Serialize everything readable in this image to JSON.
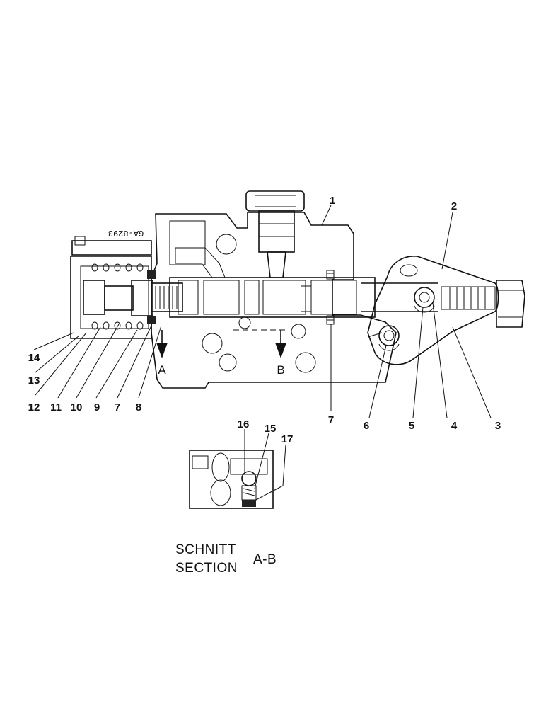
{
  "drawing_code": "GA-8293",
  "callouts": {
    "c1": "1",
    "c2": "2",
    "c3": "3",
    "c4": "4",
    "c5": "5",
    "c6": "6",
    "c7a": "7",
    "c7b": "7",
    "c8": "8",
    "c9": "9",
    "c10": "10",
    "c11": "11",
    "c12": "12",
    "c13": "13",
    "c14": "14",
    "c15": "15",
    "c16": "16",
    "c17": "17"
  },
  "section_markers": {
    "a": "A",
    "b": "B"
  },
  "caption": {
    "line1": "SCHNITT",
    "line2": "SECTION",
    "ref": "A-B"
  }
}
